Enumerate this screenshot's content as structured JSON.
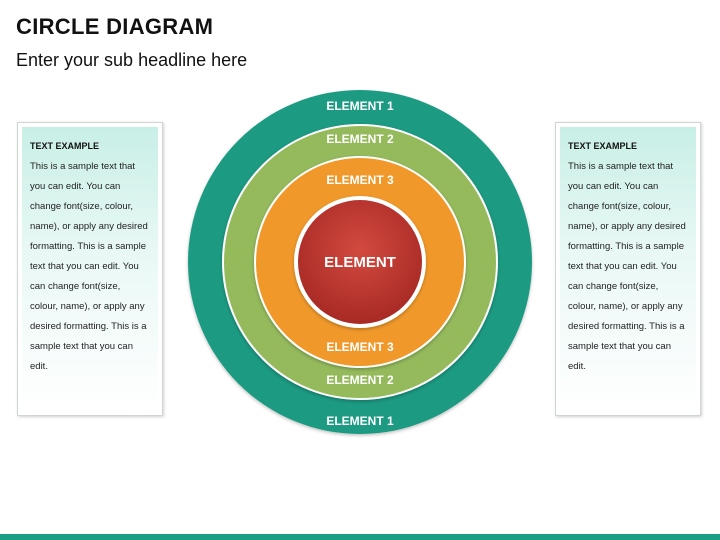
{
  "title": "CIRCLE DIAGRAM",
  "subtitle": "Enter your sub headline here",
  "left_box": {
    "heading": "TEXT EXAMPLE",
    "body": "This is a sample text that you can edit. You can change font(size, colour, name), or apply any desired formatting. This is a sample text that you can edit.  You can change font(size, colour, name), or apply any desired formatting. This is a sample text that you can edit."
  },
  "right_box": {
    "heading": "TEXT EXAMPLE",
    "body": "This is a sample text that you can edit. You can change font(size, colour, name), or apply any desired formatting. This is a sample text that you can edit.  You can change font(size, colour, name), or apply any desired formatting. This is a sample text that you can edit."
  },
  "diagram": {
    "rings": [
      {
        "top_label": "ELEMENT 1",
        "bottom_label": "ELEMENT 1",
        "color": "#1a9a82"
      },
      {
        "top_label": "ELEMENT 2",
        "bottom_label": "ELEMENT 2",
        "color": "#94ba5c"
      },
      {
        "top_label": "ELEMENT 3",
        "bottom_label": "ELEMENT 3",
        "color": "#f0982a"
      }
    ],
    "center": {
      "label": "ELEMENT",
      "color": "#c0362f"
    }
  },
  "colors": {
    "accent": "#1b9e86"
  }
}
